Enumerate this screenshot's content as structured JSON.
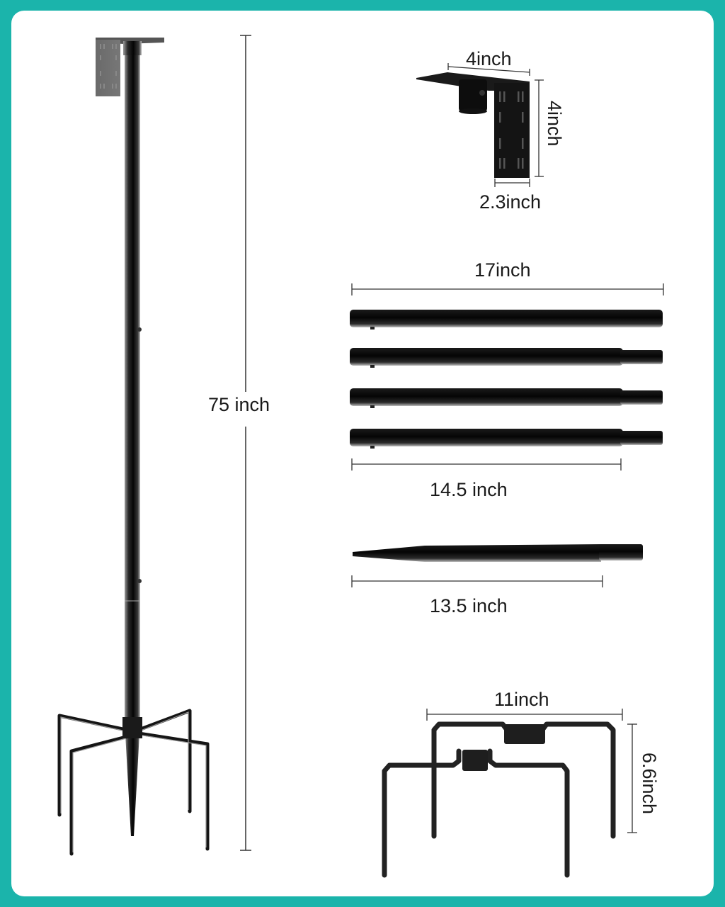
{
  "frame": {
    "border_color": "#1bb4ab",
    "background": "#ffffff"
  },
  "assembled_stand": {
    "height_label": "75 inch"
  },
  "top_bracket": {
    "width_label": "4inch",
    "height_label": "4inch",
    "plate_width_label": "2.3inch"
  },
  "extension_poles": {
    "count": 4,
    "total_length_label": "17inch",
    "body_length_label": "14.5 inch"
  },
  "ground_spike": {
    "length_label": "13.5 inch"
  },
  "base_stakes": {
    "width_label": "11inch",
    "height_label": "6.6inch"
  },
  "colors": {
    "metal": "#111111",
    "dimension_line": "#333333",
    "text": "#1a1a1a"
  }
}
